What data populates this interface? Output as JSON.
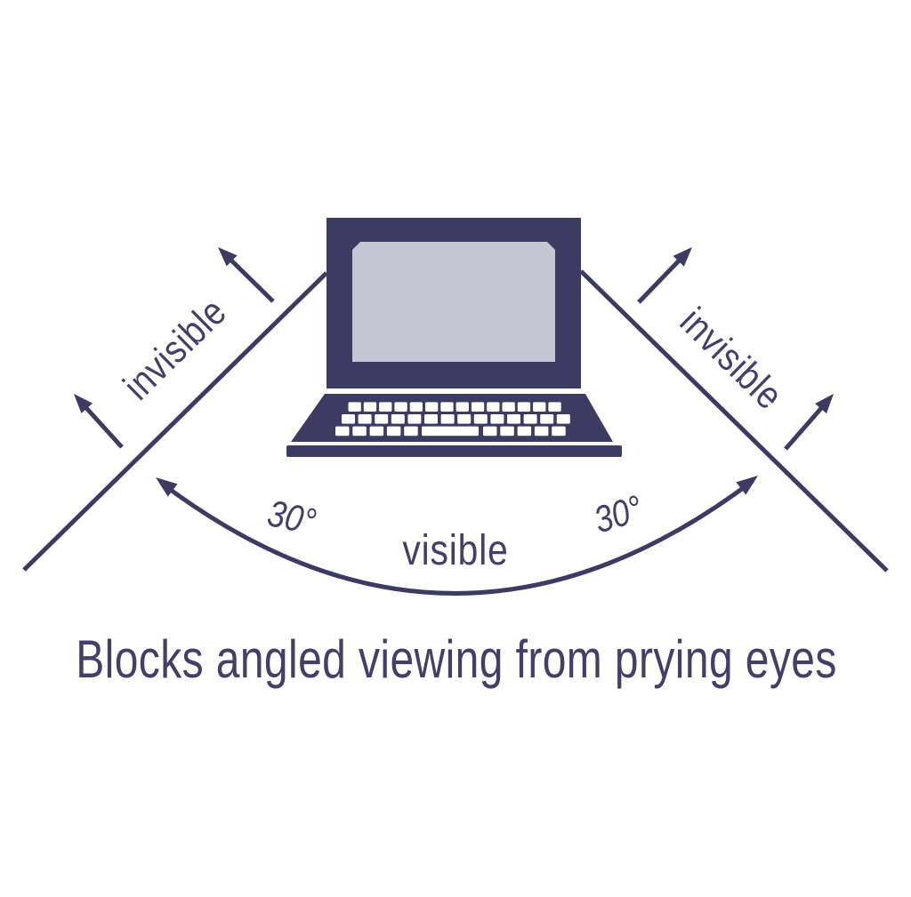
{
  "diagram": {
    "caption": "Blocks angled viewing from prying eyes",
    "labels": {
      "invisible_left": "invisible",
      "invisible_right": "invisible",
      "visible": "visible",
      "angle_left": "30°",
      "angle_right": "30°"
    },
    "colors": {
      "navy": "#3e3b63",
      "text_navy": "#433f68",
      "screen_gray": "#c6c5d2",
      "background": "#ffffff"
    },
    "icons": [
      "laptop-icon",
      "arrow-up-left-icon",
      "arrow-up-right-icon",
      "visible-arc-arrow-icon"
    ]
  }
}
